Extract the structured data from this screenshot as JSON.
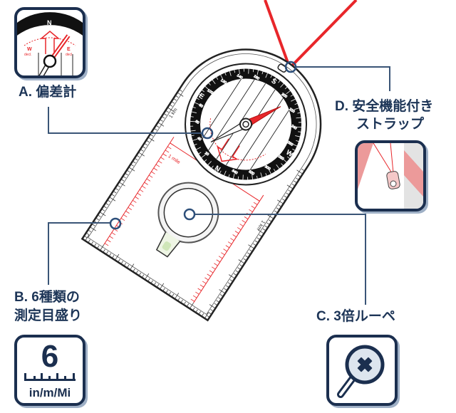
{
  "callouts": {
    "a": {
      "label": "A. 偏差計"
    },
    "b": {
      "line1": "B. 6種類の",
      "line2": "測定目盛り"
    },
    "c": {
      "label": "C. 3倍ルーペ"
    },
    "d": {
      "line1": "D. 安全機能付き",
      "line2": "ストラップ"
    }
  },
  "icons": {
    "a": {
      "name": "declination-scale",
      "north": "N",
      "west": "W",
      "east": "E",
      "west_sub": "decl.",
      "east_sub": "decl."
    },
    "b": {
      "number": "6",
      "units": "in/m/Mi"
    },
    "c": {
      "name": "magnifier-plus"
    },
    "d": {
      "name": "strap-lanyard"
    }
  },
  "compass": {
    "cardinals": {
      "n": "N",
      "e": "E",
      "s": "S",
      "w": "W"
    },
    "scale_labels": {
      "mile": "1 mile",
      "km": "1 km",
      "km2": "1 km"
    },
    "degrees": [
      "20",
      "40",
      "60",
      "80",
      "100",
      "120",
      "140",
      "160",
      "200",
      "220",
      "240",
      "260",
      "280",
      "300",
      "320",
      "340"
    ]
  },
  "colors": {
    "navy": "#1b2f4f",
    "red": "#e8262a",
    "callout_line": "#3a5577"
  }
}
